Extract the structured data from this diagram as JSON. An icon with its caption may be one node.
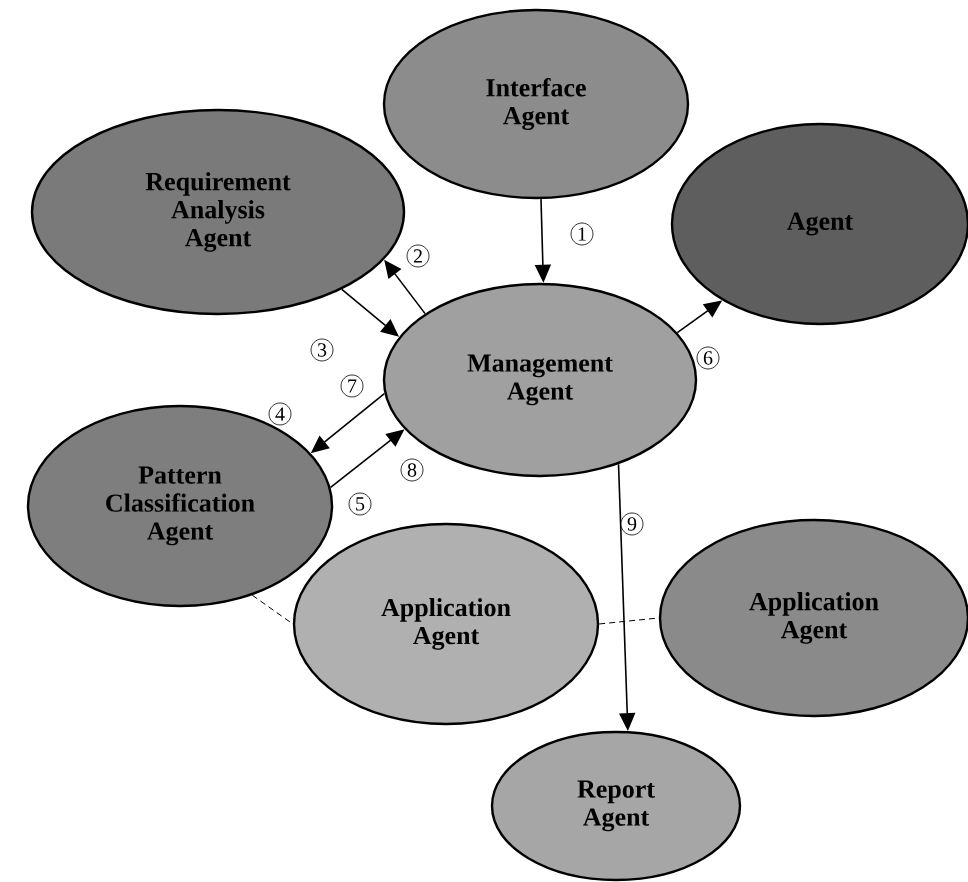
{
  "diagram": {
    "nodes": [
      {
        "text": [
          "Interface Agent"
        ]
      },
      {
        "text": [
          "Requirement Analysis Agent"
        ]
      },
      {
        "text": [
          "Agent"
        ]
      },
      {
        "text": [
          "Management Agent"
        ]
      },
      {
        "text": [
          "Pattern Classification Agent"
        ]
      },
      {
        "text": [
          "Application Agent"
        ]
      },
      {
        "text": [
          "Application Agent"
        ]
      },
      {
        "text": [
          "Report Agent"
        ]
      }
    ],
    "edges": [
      {
        "from": 0,
        "to": 3,
        "arrow": "to",
        "label": "1"
      },
      {
        "from": 3,
        "to": 1,
        "arrow": "to",
        "label": "2"
      },
      {
        "from": 1,
        "to": 3,
        "arrow": "to",
        "label": "3"
      },
      {
        "from": 3,
        "to": 2,
        "arrow": "to",
        "label": "6"
      },
      {
        "from": 3,
        "to": 4,
        "arrow": "to",
        "label": "4"
      },
      {
        "from": 4,
        "to": 3,
        "arrow": "to",
        "label": "5"
      },
      {
        "from": 3,
        "to": 7,
        "arrow": "to",
        "label": "9"
      },
      {
        "from": 4,
        "to": 5,
        "arrow": "none",
        "style": "dashed"
      },
      {
        "from": 5,
        "to": 6,
        "arrow": "none",
        "style": "dashed"
      }
    ],
    "labels": [
      "7",
      "8"
    ]
  }
}
